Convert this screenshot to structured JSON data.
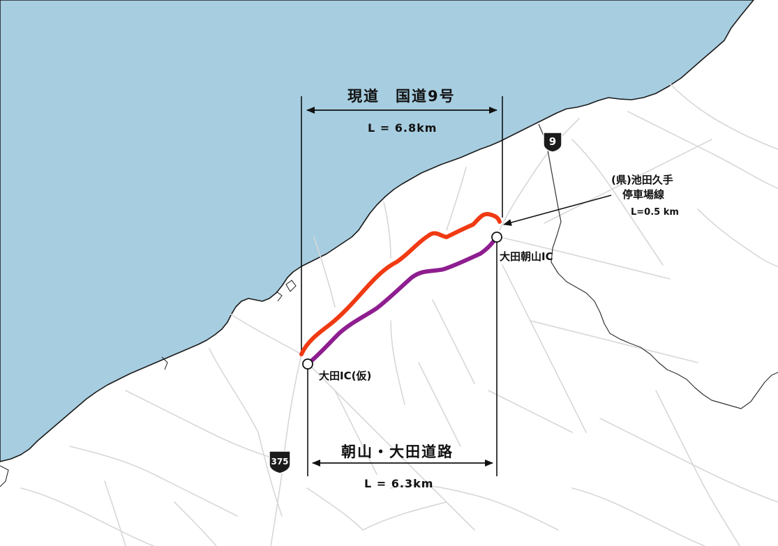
{
  "map": {
    "colors": {
      "sea": "#a7cde0",
      "land": "#ffffff",
      "coast": "#1a1a1a",
      "road": "#d7d7d7",
      "boundary": "#333333",
      "current_route": "#f03a12",
      "new_route": "#8e1e90",
      "dimension": "#111111"
    },
    "current_road": {
      "title": "現道　国道9号",
      "length": "L = 6.8km"
    },
    "new_road": {
      "title": "朝山・大田道路",
      "length": "L = 6.3km"
    },
    "prefectural_road": {
      "line1": "(県)池田久手",
      "line2": "停車場線",
      "length": "L=0.5 km"
    },
    "interchanges": {
      "east": "大田朝山IC",
      "west": "大田IC(仮)"
    },
    "route_shields": {
      "national_9": "9",
      "national_375": "375"
    }
  }
}
